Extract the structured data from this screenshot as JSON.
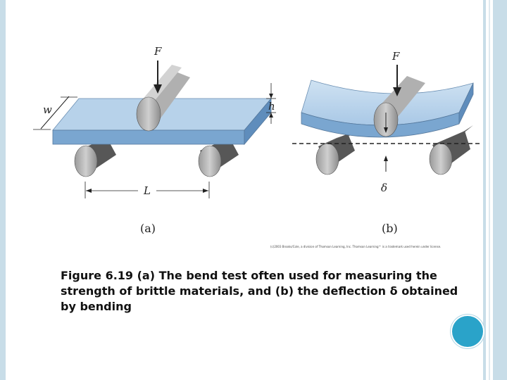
{
  "figure": {
    "panel_a": {
      "force_label": "F",
      "width_label": "w",
      "height_label": "h",
      "length_label": "L",
      "sublabel": "(a)"
    },
    "panel_b": {
      "force_label": "F",
      "deflection_label": "δ",
      "sublabel": "(b)"
    },
    "credit": "(c)2003 Brooks/Cole, a division of Thomson Learning, Inc. Thomson Learning™ is a trademark used herein under license."
  },
  "caption": "Figure 6.19 (a) The bend test often used for measuring the strength of brittle materials, and (b) the deflection δ obtained by bending",
  "colors": {
    "frame": "#c8dde8",
    "beam_top": "#b7d2ea",
    "beam_side": "#7aa6d0",
    "cylinder": "#b5b5b5",
    "cylinder_dark": "#6f6f6f",
    "accent_circle": "#2aa3c9"
  }
}
